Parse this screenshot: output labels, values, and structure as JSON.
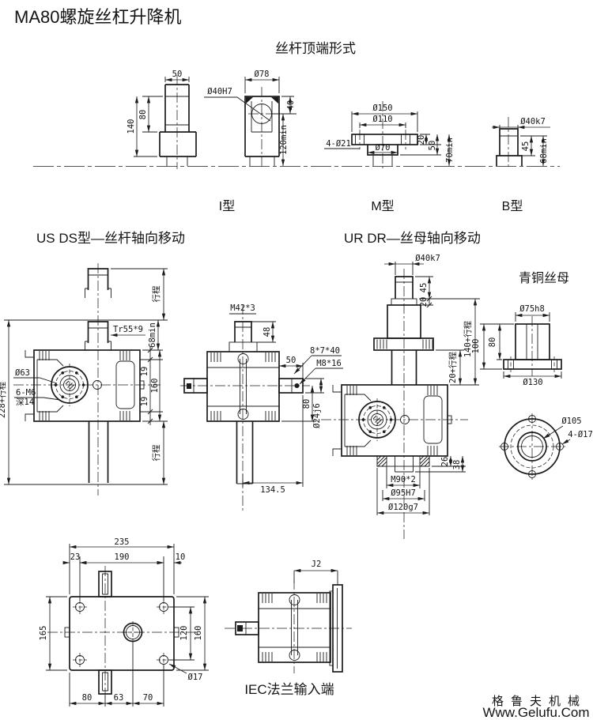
{
  "title": "MA80螺旋丝杠升降机",
  "top_section": {
    "heading": "丝杆顶端形式",
    "type_i": {
      "label": "I型",
      "dim_width": "50",
      "dim_inner_height": "80",
      "dim_total_height": "140",
      "dim_head_dia": "Ø78",
      "dim_bore": "Ø40H7",
      "dim_bore_depth": "40",
      "dim_min_height": "120min"
    },
    "type_m": {
      "label": "M型",
      "dim_flange_dia": "Ø150",
      "dim_bolt_circle": "Ø110",
      "dim_bolt_holes": "4-Ø21",
      "dim_boss_dia": "Ø70",
      "dim_flange_thk": "20",
      "dim_height": "50",
      "dim_min_height": "70min"
    },
    "type_b": {
      "label": "B型",
      "dim_shaft_dia": "Ø40k7",
      "dim_length": "45",
      "dim_min_height": "68min"
    }
  },
  "usds_section": {
    "heading": "US DS型—丝杆轴向移动",
    "front_view": {
      "dim_stroke_top": "行程",
      "dim_screw_thread": "Tr55*9",
      "dim_min": "68min",
      "dim_ear_top": "19",
      "dim_body_height": "160",
      "dim_ear_bottom": "19",
      "dim_boss_dia": "Ø63",
      "dim_tap": "6-M6",
      "dim_tap_depth": "深14",
      "dim_total": "228+行程",
      "dim_stroke_bottom": "行程"
    },
    "side_view": {
      "dim_thread": "M42*3",
      "dim_48": "48",
      "dim_50": "50",
      "dim_key": "8*7*40",
      "dim_tap": "M8*16",
      "dim_80": "80",
      "dim_shaft_dia": "Ø24j6",
      "dim_length": "134.5"
    }
  },
  "urdr_section": {
    "heading": "UR DR—丝母轴向移动",
    "view": {
      "dim_shaft_dia": "Ø40k7",
      "dim_45": "45",
      "dim_20": "20",
      "dim_140": "140+行程",
      "dim_20s": "20+行程",
      "dim_26": "26",
      "dim_38": "38",
      "dim_nut_thread": "M90*2",
      "dim_bore": "Ø95H7",
      "dim_spigot": "Ø120g7"
    }
  },
  "nut_section": {
    "heading": "青铜丝母",
    "front_view": {
      "dim_body_dia": "Ø75h8",
      "dim_total_height": "100",
      "dim_body_height": "80",
      "dim_flange_dia": "Ø130"
    },
    "bottom_view": {
      "dim_bolt_circle": "Ø105",
      "dim_bolt_holes": "4-Ø17"
    }
  },
  "base_section": {
    "view": {
      "dim_235": "235",
      "dim_23": "23",
      "dim_190": "190",
      "dim_10": "10",
      "dim_165": "165",
      "dim_120": "120",
      "dim_160": "160",
      "dim_hole": "Ø17",
      "dim_80": "80",
      "dim_63": "63",
      "dim_70": "70"
    }
  },
  "iec_section": {
    "heading": "IEC法兰输入端",
    "dim_j2": "J2"
  },
  "watermark": {
    "brand": "格鲁夫机械",
    "url": "Www.Gelufu.Com",
    "brand_color": "#ee9fae",
    "url_color": "#b9b9b9"
  }
}
